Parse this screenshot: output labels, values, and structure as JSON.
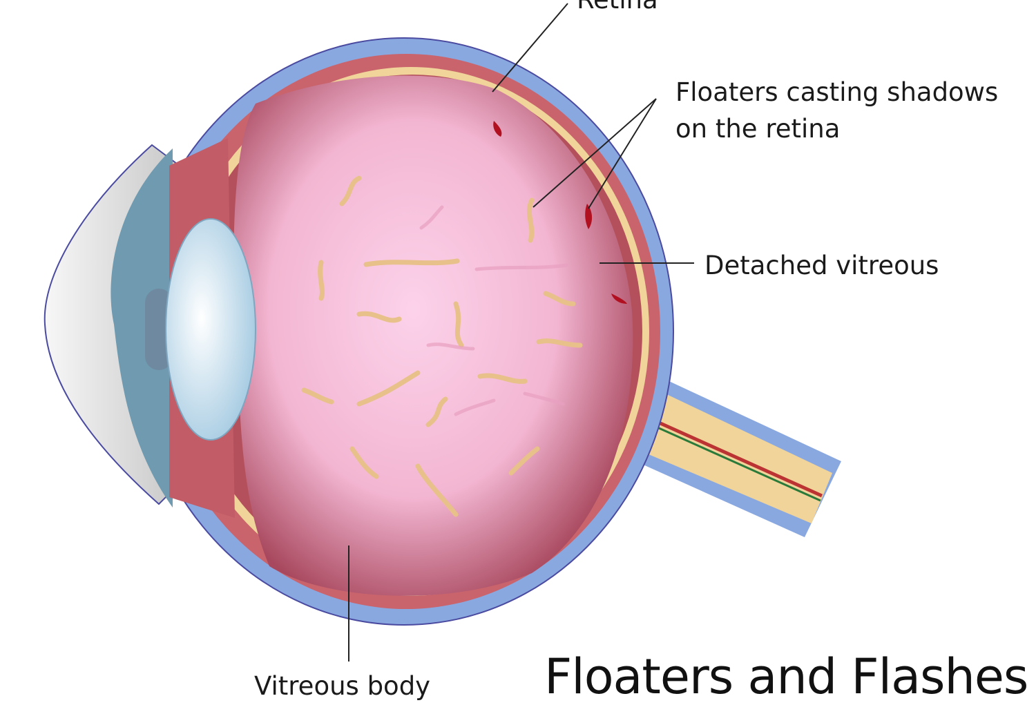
{
  "labels": {
    "retina": "Retina",
    "floaters_line1": "Floaters casting shadows",
    "floaters_line2": "on the retina",
    "detached_vitreous": "Detached vitreous",
    "vitreous_body": "Vitreous body"
  },
  "title": "Floaters and Flashes",
  "colors": {
    "sclera": "#8aa8e0",
    "choroid": "#c9646c",
    "retina": "#f0d49a",
    "vitreous": "#f7c8e0",
    "floater": "#e8c08a"
  }
}
